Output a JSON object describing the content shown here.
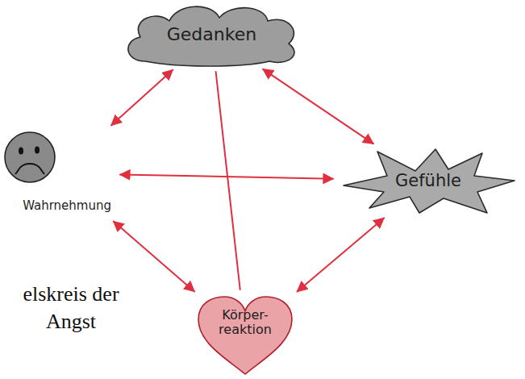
{
  "diagram": {
    "caption": "elskreis der Angst",
    "nodes": [
      {
        "text": [
          "Gedanken"
        ]
      },
      {
        "text": [
          "Wahrnehmung"
        ]
      },
      {
        "text": [
          "Gefühle"
        ]
      },
      {
        "text": [
          "Körper- reaktion"
        ]
      }
    ],
    "edges": [
      {
        "from": 1,
        "to": 0,
        "arrow": "both"
      },
      {
        "from": 0,
        "to": 2,
        "arrow": "both"
      },
      {
        "from": 1,
        "to": 2,
        "arrow": "both"
      },
      {
        "from": 0,
        "to": 3,
        "arrow": "none"
      },
      {
        "from": 1,
        "to": 3,
        "arrow": "both"
      },
      {
        "from": 2,
        "to": 3,
        "arrow": "both"
      }
    ]
  }
}
